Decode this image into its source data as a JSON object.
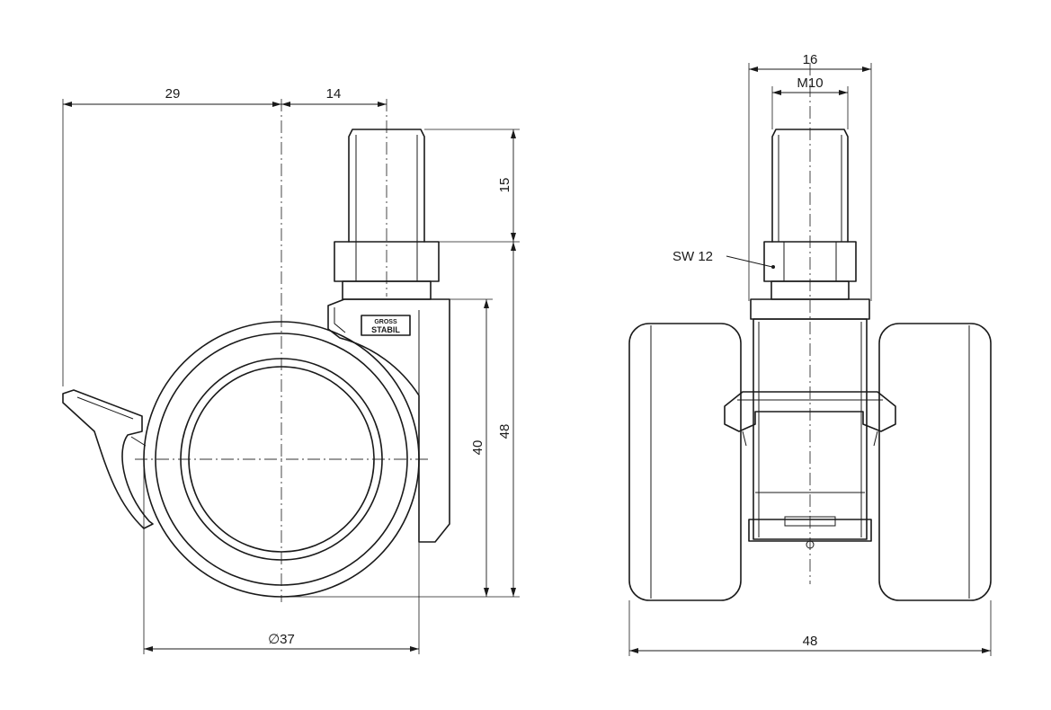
{
  "side_view": {
    "dim_brake_offset": "29",
    "dim_stem_offset": "14",
    "dim_stem_length": "15",
    "dim_wheel_height": "40",
    "dim_total_height": "48",
    "dim_wheel_diameter": "∅37",
    "logo_top": "GROSS",
    "logo_bottom": "STABIL"
  },
  "front_view": {
    "dim_hex_width": "16",
    "dim_thread": "M10",
    "dim_wrench_size": "SW 12",
    "dim_total_width": "48"
  }
}
